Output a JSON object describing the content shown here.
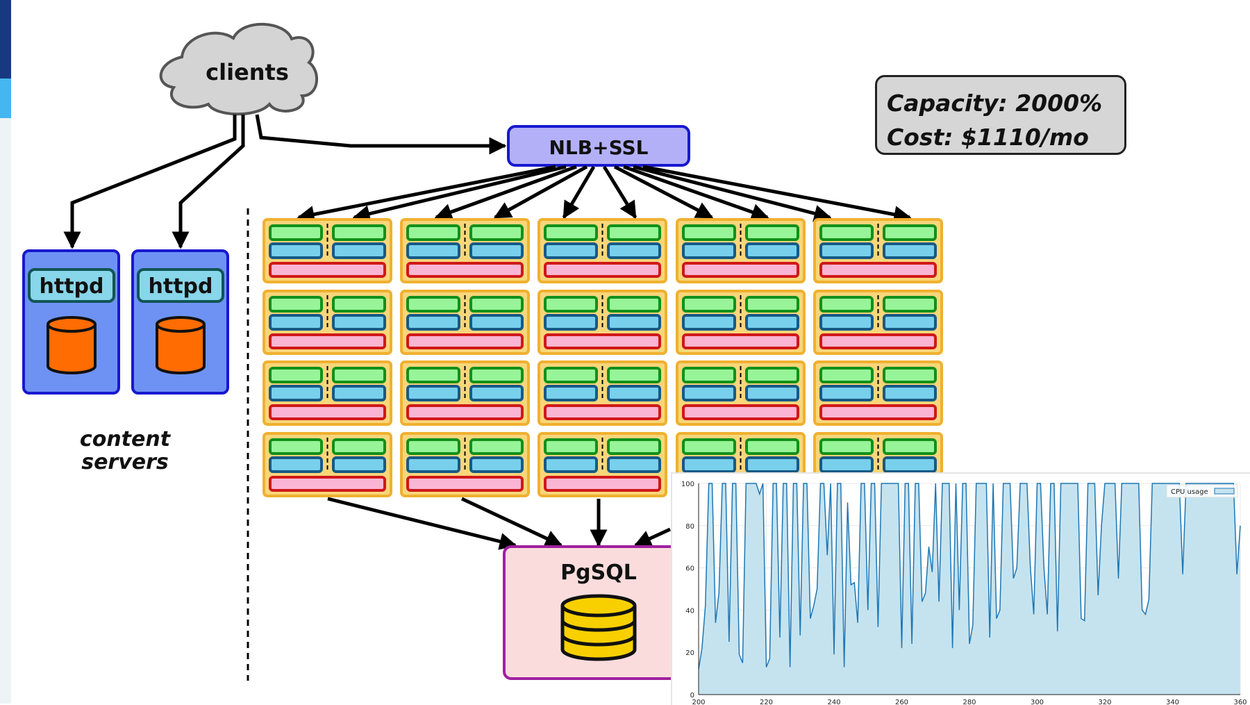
{
  "diagram": {
    "clients": "clients",
    "balancer": "NLB+SSL",
    "web_servers": [
      "httpd",
      "httpd"
    ],
    "content_servers_label": [
      "content",
      "servers"
    ],
    "database": "PgSQL"
  },
  "info": {
    "capacity": "Capacity: 2000%",
    "cost": "Cost: $1110/mo"
  },
  "colors": {
    "cloud": "#d4d4d4",
    "balancer": "#b4b0f8",
    "server_panel": "#6e92f4",
    "server_border": "#1818d0",
    "httpd_label": "#88d6ea",
    "disk": "#fe6c02",
    "app_box": "#f8d67a",
    "app_border": "#f0b030",
    "green_slot": "#98f498",
    "blue_slot": "#78d0ec",
    "pink_slot": "#f9b5d3",
    "db_box": "#fbdcdc",
    "db_border": "#a020a0",
    "db_disk": "#f8d000",
    "chart_fill": "#c5e3ef",
    "chart_line": "#1f77b4"
  },
  "chart_data": {
    "type": "area",
    "xlim": [
      200,
      360
    ],
    "ylim": [
      0,
      100
    ],
    "xticks": [
      200,
      220,
      240,
      260,
      280,
      300,
      320,
      340,
      360
    ],
    "yticks": [
      0,
      20,
      40,
      60,
      80,
      100
    ],
    "legend": "top-right",
    "grid": true,
    "series": [
      {
        "name": "CPU usage",
        "x": [
          200,
          201,
          202,
          203,
          204,
          205,
          206,
          207,
          208,
          209,
          210,
          211,
          212,
          213,
          214,
          215,
          216,
          217,
          218,
          219,
          220,
          221,
          222,
          223,
          224,
          225,
          226,
          227,
          228,
          229,
          230,
          231,
          232,
          233,
          234,
          235,
          236,
          237,
          238,
          239,
          240,
          241,
          242,
          243,
          244,
          245,
          246,
          247,
          248,
          249,
          250,
          251,
          252,
          253,
          254,
          255,
          256,
          257,
          258,
          259,
          260,
          261,
          262,
          263,
          264,
          265,
          266,
          267,
          268,
          269,
          270,
          271,
          272,
          273,
          274,
          275,
          276,
          277,
          278,
          279,
          280,
          281,
          282,
          283,
          284,
          285,
          286,
          287,
          288,
          289,
          290,
          291,
          292,
          293,
          294,
          295,
          296,
          297,
          298,
          299,
          300,
          301,
          302,
          303,
          304,
          305,
          306,
          307,
          308,
          309,
          310,
          311,
          312,
          313,
          314,
          315,
          316,
          317,
          318,
          319,
          320,
          321,
          322,
          323,
          324,
          325,
          326,
          327,
          328,
          329,
          330,
          331,
          332,
          333,
          334,
          335,
          336,
          337,
          338,
          339,
          340,
          341,
          342,
          343,
          344,
          345,
          346,
          347,
          348,
          349,
          350,
          351,
          352,
          353,
          354,
          355,
          356,
          357,
          358,
          359,
          360
        ],
        "values": [
          12,
          22,
          42,
          100,
          100,
          34,
          48,
          100,
          100,
          25,
          100,
          100,
          19,
          15,
          100,
          100,
          100,
          100,
          95,
          100,
          13,
          17,
          100,
          100,
          27,
          100,
          100,
          13,
          100,
          100,
          28,
          100,
          100,
          36,
          42,
          50,
          100,
          100,
          66,
          100,
          19,
          100,
          100,
          13,
          91,
          52,
          53,
          34,
          100,
          100,
          40,
          100,
          100,
          32,
          100,
          100,
          100,
          100,
          100,
          100,
          22,
          100,
          100,
          24,
          100,
          100,
          44,
          48,
          70,
          58,
          100,
          44,
          100,
          100,
          100,
          22,
          100,
          40,
          100,
          100,
          24,
          33,
          100,
          100,
          100,
          100,
          27,
          100,
          36,
          40,
          100,
          100,
          100,
          55,
          60,
          100,
          100,
          100,
          60,
          38,
          100,
          100,
          60,
          38,
          100,
          100,
          30,
          100,
          100,
          100,
          100,
          100,
          100,
          36,
          35,
          100,
          100,
          100,
          47,
          80,
          100,
          100,
          100,
          100,
          55,
          100,
          100,
          100,
          100,
          100,
          100,
          40,
          38,
          45,
          100,
          100,
          100,
          100,
          100,
          100,
          100,
          100,
          100,
          57,
          100,
          100,
          100,
          100,
          100,
          100,
          100,
          100,
          100,
          100,
          100,
          100,
          100,
          100,
          100,
          57,
          80
        ]
      }
    ]
  }
}
